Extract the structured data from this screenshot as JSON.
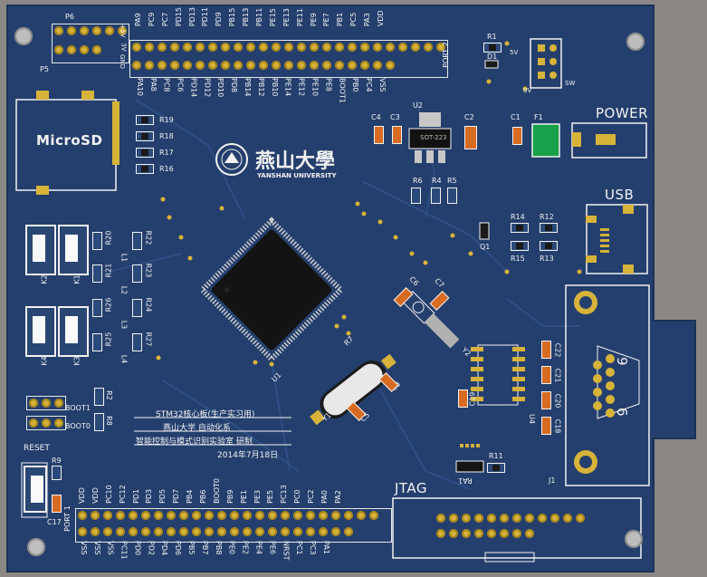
{
  "board": {
    "colors": {
      "pcb": "#243f6d",
      "silk": "#f2f2f2",
      "pad": "#d7b33a",
      "background": "#8a8785"
    },
    "port2_top_labels": [
      "PA9",
      "PC9",
      "PC7",
      "PD15",
      "PD13",
      "PD11",
      "PD9",
      "PB15",
      "PB13",
      "PB11",
      "PE15",
      "PE13",
      "PE11",
      "PE9",
      "PE7",
      "PB1",
      "PC5",
      "PA3",
      "VDD"
    ],
    "port2_bottom_labels": [
      "PA10",
      "PA8",
      "PC8",
      "PC6",
      "PD14",
      "PD12",
      "PD10",
      "PD8",
      "PB14",
      "PB12",
      "PB10",
      "PE14",
      "PE12",
      "PE10",
      "PE8",
      "BOOT1",
      "PB0",
      "PC4",
      "VSS"
    ],
    "port1_top_labels": [
      "VDD",
      "VDD",
      "PC10",
      "PC12",
      "PD1",
      "PD3",
      "PD5",
      "PD7",
      "PB4",
      "PB6",
      "BOOT0",
      "PB9",
      "PE1",
      "PE3",
      "PE5",
      "PC13",
      "PC0",
      "PC2",
      "PA0",
      "PA2"
    ],
    "port1_bottom_labels": [
      "VSS",
      "VSS",
      "VSS",
      "PC11",
      "PD0",
      "PD2",
      "PD4",
      "PD6",
      "PB5",
      "PB7",
      "PB8",
      "PE0",
      "PE2",
      "PE4",
      "PE6",
      "NRST",
      "PC1",
      "PC3",
      "PA1"
    ],
    "labels": {
      "p6": "P6",
      "p5": "P5",
      "plus5v": "+5V",
      "v3": "3V",
      "gnd": "GND",
      "port2": "PORT 2",
      "port1": "PORT 1",
      "microsd": "MicroSD",
      "r19": "R19",
      "r18": "R18",
      "r17": "R17",
      "r16": "R16",
      "r1": "R1",
      "d1": "D1",
      "five_v": "5V",
      "zero_v": "0V",
      "sw": "SW",
      "power": "POWER",
      "usb": "USB",
      "u2": "U2",
      "sot": "SOT-223",
      "c4": "C4",
      "c3": "C3",
      "c2": "C2",
      "c1": "C1",
      "f1": "F1",
      "r6": "R6",
      "r4": "R4",
      "r5": "R5",
      "r14": "R14",
      "r12": "R12",
      "r15": "R15",
      "r13": "R13",
      "q1": "Q1",
      "k2": "K2",
      "k1": "K1",
      "k4": "K4",
      "k3": "K3",
      "r20": "R20",
      "r22": "R22",
      "r21": "R21",
      "r23": "R23",
      "r26": "R26",
      "r24": "R24",
      "r25": "R25",
      "r27": "R27",
      "l1": "L1",
      "l2": "L2",
      "l3": "L3",
      "l4": "L4",
      "c6": "C6",
      "c7": "C7",
      "c5": "C5",
      "c8": "C8",
      "r7": "R7",
      "y1": "Y1",
      "y2": "Y2",
      "u1": "U1",
      "c19": "C19",
      "c22": "C22",
      "c21": "C21",
      "c20": "C20",
      "c18": "C18",
      "u4": "U4",
      "j1": "J1",
      "n9": "9",
      "n6": "6",
      "boot1": "BOOT1",
      "boot0": "BOOT0",
      "r2": "R2",
      "r8": "R8",
      "reset": "RESET",
      "r9": "R9",
      "c17": "C17",
      "r11": "R11",
      "ra1": "RA1",
      "jtag": "JTAG",
      "univ_cn": "燕山大學",
      "univ_en": "YANSHAN UNIVERSITY",
      "title1": "STM32核心板(生产实习用)",
      "title2": "燕山大学 自动化系",
      "title3": "智能控制与模式识别实验室  研制",
      "date": "2014年7月18日"
    }
  }
}
